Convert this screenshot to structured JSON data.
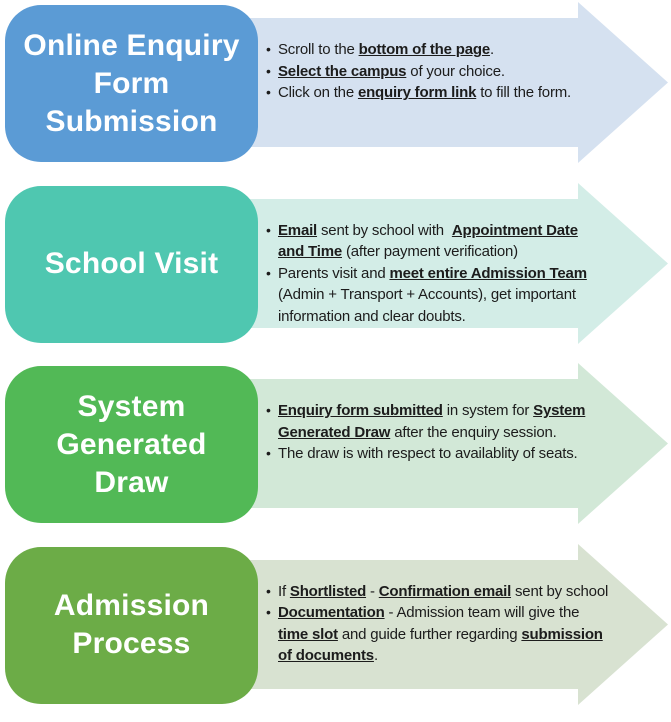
{
  "diagram": {
    "bullet_char": "•",
    "steps": [
      {
        "label": "Online Enquiry Form Submission",
        "box_color": "#5B9BD5",
        "arrow_color": "#D5E1F0",
        "bullets": [
          [
            [
              {
                "t": "Scroll to the "
              },
              {
                "t": "bottom of the page",
                "b": true,
                "u": true
              },
              {
                "t": "."
              }
            ]
          ],
          [
            [
              {
                "t": "Select the campus",
                "b": true,
                "u": true
              },
              {
                "t": " of your choice."
              }
            ]
          ],
          [
            [
              {
                "t": "Click on the "
              },
              {
                "t": "enquiry form link",
                "b": true,
                "u": true
              },
              {
                "t": " to fill the form."
              }
            ]
          ]
        ]
      },
      {
        "label": "School Visit",
        "box_color": "#4FC7B0",
        "arrow_color": "#D3EDE7",
        "bullets": [
          [
            [
              {
                "t": "Email",
                "b": true,
                "u": true
              },
              {
                "t": " sent by school with  "
              },
              {
                "t": "Appointment Date",
                "b": true,
                "u": true
              }
            ],
            [
              {
                "t": "and Time",
                "b": true,
                "u": true
              },
              {
                "t": " (after payment verification)"
              }
            ]
          ],
          [
            [
              {
                "t": "Parents visit and "
              },
              {
                "t": "meet entire Admission Team",
                "b": true,
                "u": true
              }
            ],
            [
              {
                "t": "(Admin + Transport + Accounts), get important"
              }
            ],
            [
              {
                "t": "information and clear doubts."
              }
            ]
          ]
        ]
      },
      {
        "label": "System Generated Draw",
        "box_color": "#52B956",
        "arrow_color": "#D2E8D7",
        "bullets": [
          [
            [
              {
                "t": "Enquiry form submitted",
                "b": true,
                "u": true
              },
              {
                "t": " in system for "
              },
              {
                "t": "System",
                "b": true,
                "u": true
              }
            ],
            [
              {
                "t": "Generated Draw",
                "b": true,
                "u": true
              },
              {
                "t": " after the enquiry session."
              }
            ]
          ],
          [
            [
              {
                "t": "The draw is with respect to availablity of seats."
              }
            ]
          ]
        ]
      },
      {
        "label": "Admission Process",
        "box_color": "#6CAC47",
        "arrow_color": "#D8E2D1",
        "bullets": [
          [
            [
              {
                "t": "If "
              },
              {
                "t": "Shortlisted",
                "b": true,
                "u": true
              },
              {
                "t": " - "
              },
              {
                "t": "Confirmation email",
                "b": true,
                "u": true
              },
              {
                "t": " sent by school"
              }
            ]
          ],
          [
            [
              {
                "t": "Documentation",
                "b": true,
                "u": true
              },
              {
                "t": " - Admission team will give the"
              }
            ],
            [
              {
                "t": "time slot",
                "b": true,
                "u": true
              },
              {
                "t": " and guide further regarding "
              },
              {
                "t": "submission",
                "b": true,
                "u": true
              }
            ],
            [
              {
                "t": "of documents",
                "b": true,
                "u": true
              },
              {
                "t": "."
              }
            ]
          ]
        ]
      }
    ]
  }
}
